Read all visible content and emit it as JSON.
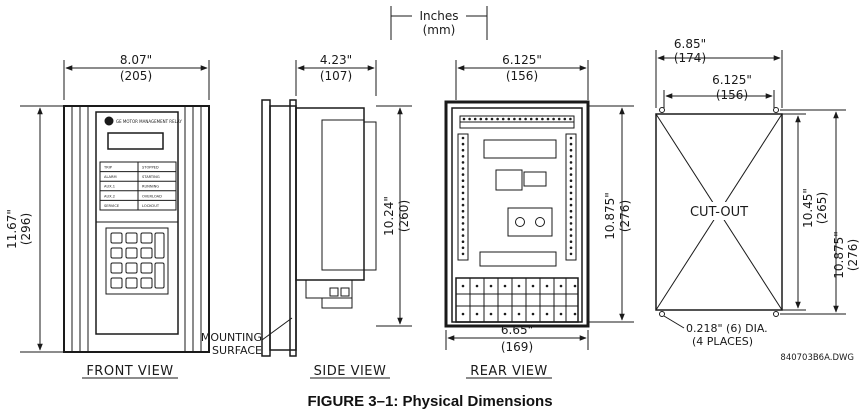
{
  "units_note": {
    "line1": "Inches",
    "line2": "(mm)"
  },
  "front_view": {
    "label": "FRONT VIEW",
    "width": "8.07\"",
    "width_mm": "(205)",
    "height": "11.67\"",
    "height_mm": "(296)",
    "brand": "GE MOTOR MANAGEMENT RELAY",
    "led_left": [
      "TRIP",
      "ALARM",
      "AUX.1",
      "AUX.2",
      "SERVICE"
    ],
    "led_right": [
      "STOPPED",
      "STARTING",
      "RUNNING",
      "OVERLOAD",
      "LOCKOUT"
    ]
  },
  "side_view": {
    "label": "SIDE VIEW",
    "depth": "4.23\"",
    "depth_mm": "(107)",
    "height": "10.24\"",
    "height_mm": "(260)",
    "mounting_line1": "MOUNTING",
    "mounting_line2": "SURFACE"
  },
  "rear_view": {
    "label": "REAR VIEW",
    "top_width": "6.125\"",
    "top_width_mm": "(156)",
    "bottom_width": "6.65\"",
    "bottom_width_mm": "(169)",
    "height": "10.875\"",
    "height_mm": "(276)"
  },
  "cutout_view": {
    "outer_width": "6.85\"",
    "outer_width_mm": "(174)",
    "inner_width": "6.125\"",
    "inner_width_mm": "(156)",
    "text": "CUT-OUT",
    "height_inner": "10.45\"",
    "height_inner_mm": "(265)",
    "height_outer": "10.875\"",
    "height_outer_mm": "(276)",
    "hole_line1": "0.218\" (6)  DIA.",
    "hole_line2": "(4 PLACES)",
    "drawing_no": "840703B6A.DWG"
  },
  "caption": "FIGURE 3–1: Physical Dimensions"
}
